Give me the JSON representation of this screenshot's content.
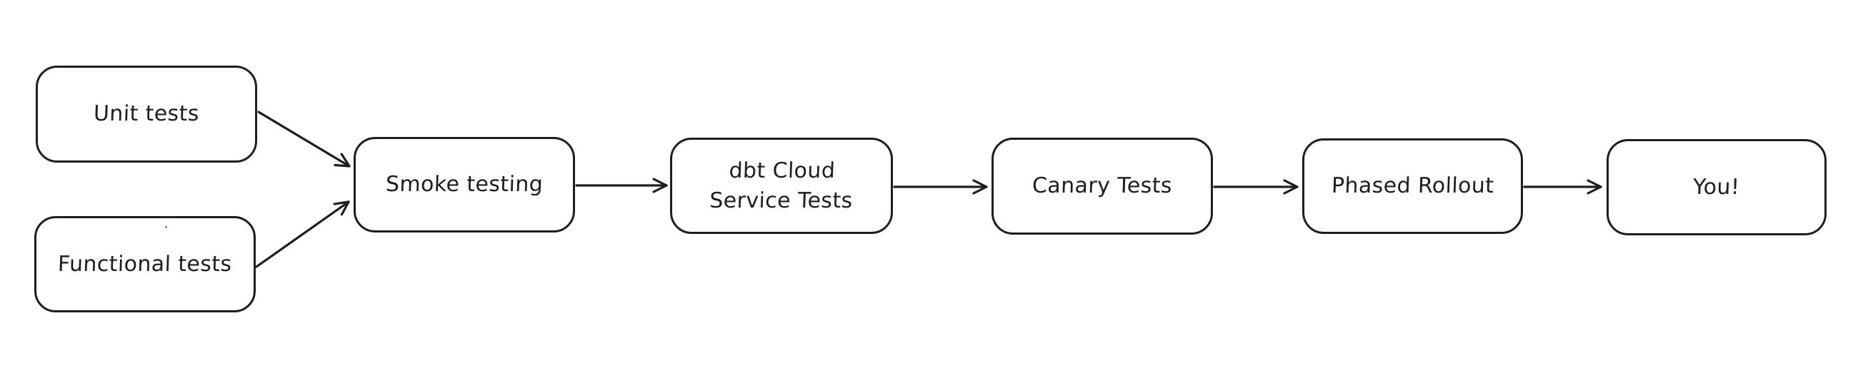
{
  "diagram": {
    "background_color": "#ffffff",
    "stroke_color": "#1e1e1e",
    "artifact_dot_color": "#cf5a50",
    "nodes": [
      {
        "id": "unit-tests",
        "label": "Unit tests"
      },
      {
        "id": "functional-tests",
        "label": "Functional tests"
      },
      {
        "id": "smoke-testing",
        "label": "Smoke testing"
      },
      {
        "id": "dbt-cloud-service-tests",
        "label": "dbt Cloud\nService Tests"
      },
      {
        "id": "canary-tests",
        "label": "Canary Tests"
      },
      {
        "id": "phased-rollout",
        "label": "Phased Rollout"
      },
      {
        "id": "you",
        "label": "You!"
      }
    ],
    "edges": [
      {
        "from": "unit-tests",
        "to": "smoke-testing"
      },
      {
        "from": "functional-tests",
        "to": "smoke-testing"
      },
      {
        "from": "smoke-testing",
        "to": "dbt-cloud-service-tests"
      },
      {
        "from": "dbt-cloud-service-tests",
        "to": "canary-tests"
      },
      {
        "from": "canary-tests",
        "to": "phased-rollout"
      },
      {
        "from": "phased-rollout",
        "to": "you"
      }
    ]
  }
}
